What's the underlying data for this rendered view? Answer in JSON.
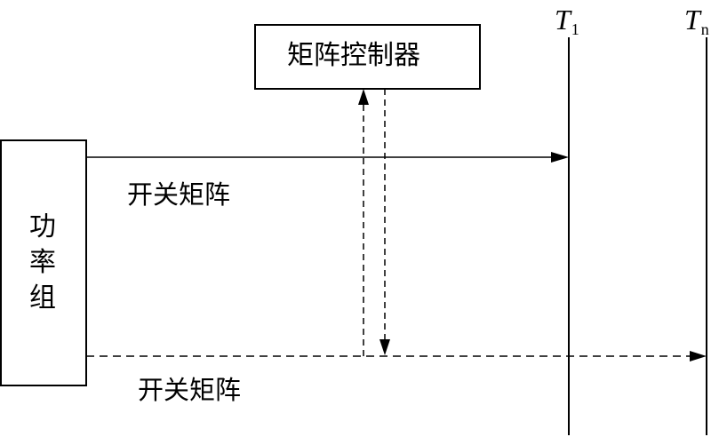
{
  "diagram": {
    "nodes": {
      "controller": "矩阵控制器",
      "power_group": [
        "功",
        "率",
        "组"
      ]
    },
    "edges": {
      "solid_label": "开关矩阵",
      "dashed_label": "开关矩阵"
    },
    "timelines": {
      "t1": {
        "symbol": "T",
        "subscript": "1"
      },
      "tn": {
        "symbol": "T",
        "subscript": "n"
      }
    }
  }
}
